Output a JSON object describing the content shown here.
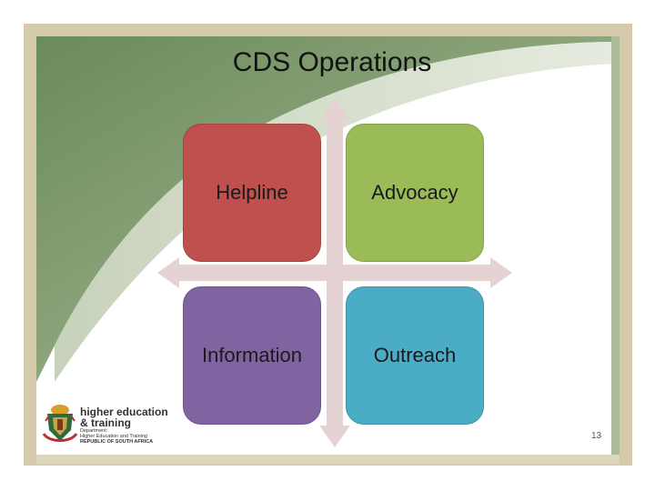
{
  "slide": {
    "title": "CDS Operations",
    "page_number": "13"
  },
  "quadrants": [
    {
      "label": "Helpline",
      "color": "#c0504d"
    },
    {
      "label": "Advocacy",
      "color": "#9bbb59"
    },
    {
      "label": "Information",
      "color": "#8064a2"
    },
    {
      "label": "Outreach",
      "color": "#4bacc6"
    }
  ],
  "logo": {
    "title_line1": "higher education",
    "title_line2": "& training",
    "dept_line1": "Department:",
    "dept_line2": "Higher Education and Training",
    "dept_line3": "REPUBLIC OF SOUTH AFRICA"
  },
  "colors": {
    "frame": "#d9d0b3",
    "swoosh_dark": "#6e8c5c",
    "swoosh_light": "#b9c7a9",
    "arrow": "#e6d3d3"
  }
}
